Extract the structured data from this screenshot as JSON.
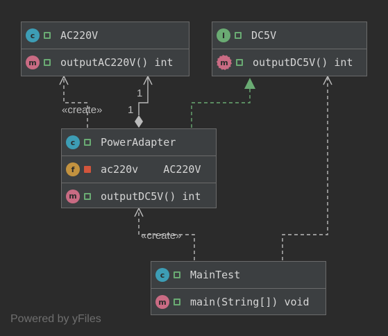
{
  "colors": {
    "background": "#2b2b2b",
    "node_fill": "#3c3f41",
    "node_border": "#6b6b6b",
    "dependency_edge": "#bbbbbb",
    "realization_edge": "#6aab73",
    "class_badge": "#3d9db5",
    "interface_badge": "#6aab73",
    "method_badge": "#c96b83",
    "field_badge": "#c2923f",
    "public_lock": "#6aab73",
    "private_lock": "#d2553c"
  },
  "nodes": {
    "ac220v": {
      "kind": "class",
      "badge": "c",
      "name": "AC220V",
      "members": [
        {
          "badge": "m",
          "text": "outputAC220V() int"
        }
      ]
    },
    "dc5v": {
      "kind": "interface",
      "badge": "I",
      "name": "DC5V",
      "members": [
        {
          "badge": "m",
          "text": "outputDC5V() int"
        }
      ]
    },
    "power_adapter": {
      "kind": "class",
      "badge": "c",
      "name": "PowerAdapter",
      "members": [
        {
          "badge": "f",
          "text": "ac220v    AC220V",
          "visibility": "private"
        },
        {
          "badge": "m",
          "text": "outputDC5V() int"
        }
      ]
    },
    "main_test": {
      "kind": "class",
      "badge": "c",
      "name": "MainTest",
      "members": [
        {
          "badge": "m",
          "text": "main(String[]) void"
        }
      ]
    }
  },
  "edges": {
    "create_label_1": "«create»",
    "create_label_2": "«create»",
    "multiplicity_top": "1",
    "multiplicity_bottom": "1"
  },
  "watermark": "Powered by yFiles"
}
